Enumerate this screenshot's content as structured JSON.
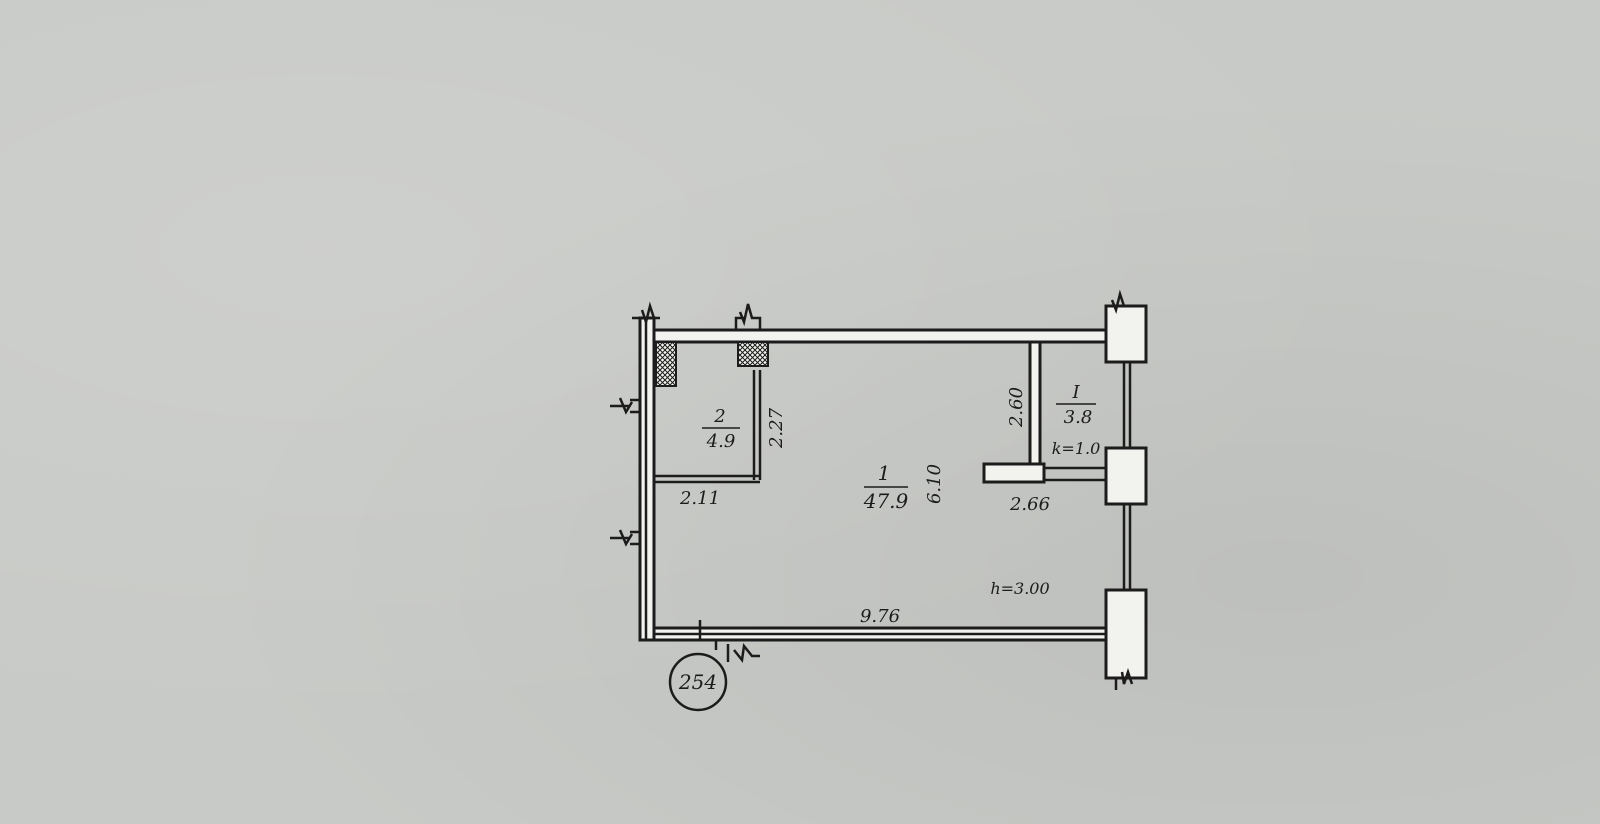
{
  "plan": {
    "room_main": {
      "number": "1",
      "area": "47.9"
    },
    "room_small": {
      "number": "2",
      "area": "4.9"
    },
    "balcony": {
      "number": "I",
      "area": "3.8",
      "coefficient": "k=1.0"
    },
    "dimensions": {
      "small_room_height": "2.27",
      "small_room_width": "2.11",
      "main_room_depth": "6.10",
      "balcony_depth": "2.60",
      "balcony_width": "2.66",
      "main_room_length": "9.76"
    },
    "ceiling_height": "h=3.00",
    "sheet_number": "254"
  },
  "colors": {
    "paper": "#c8cac7",
    "ink": "#1c1c1c",
    "wall_fill": "#f2f2ee"
  }
}
